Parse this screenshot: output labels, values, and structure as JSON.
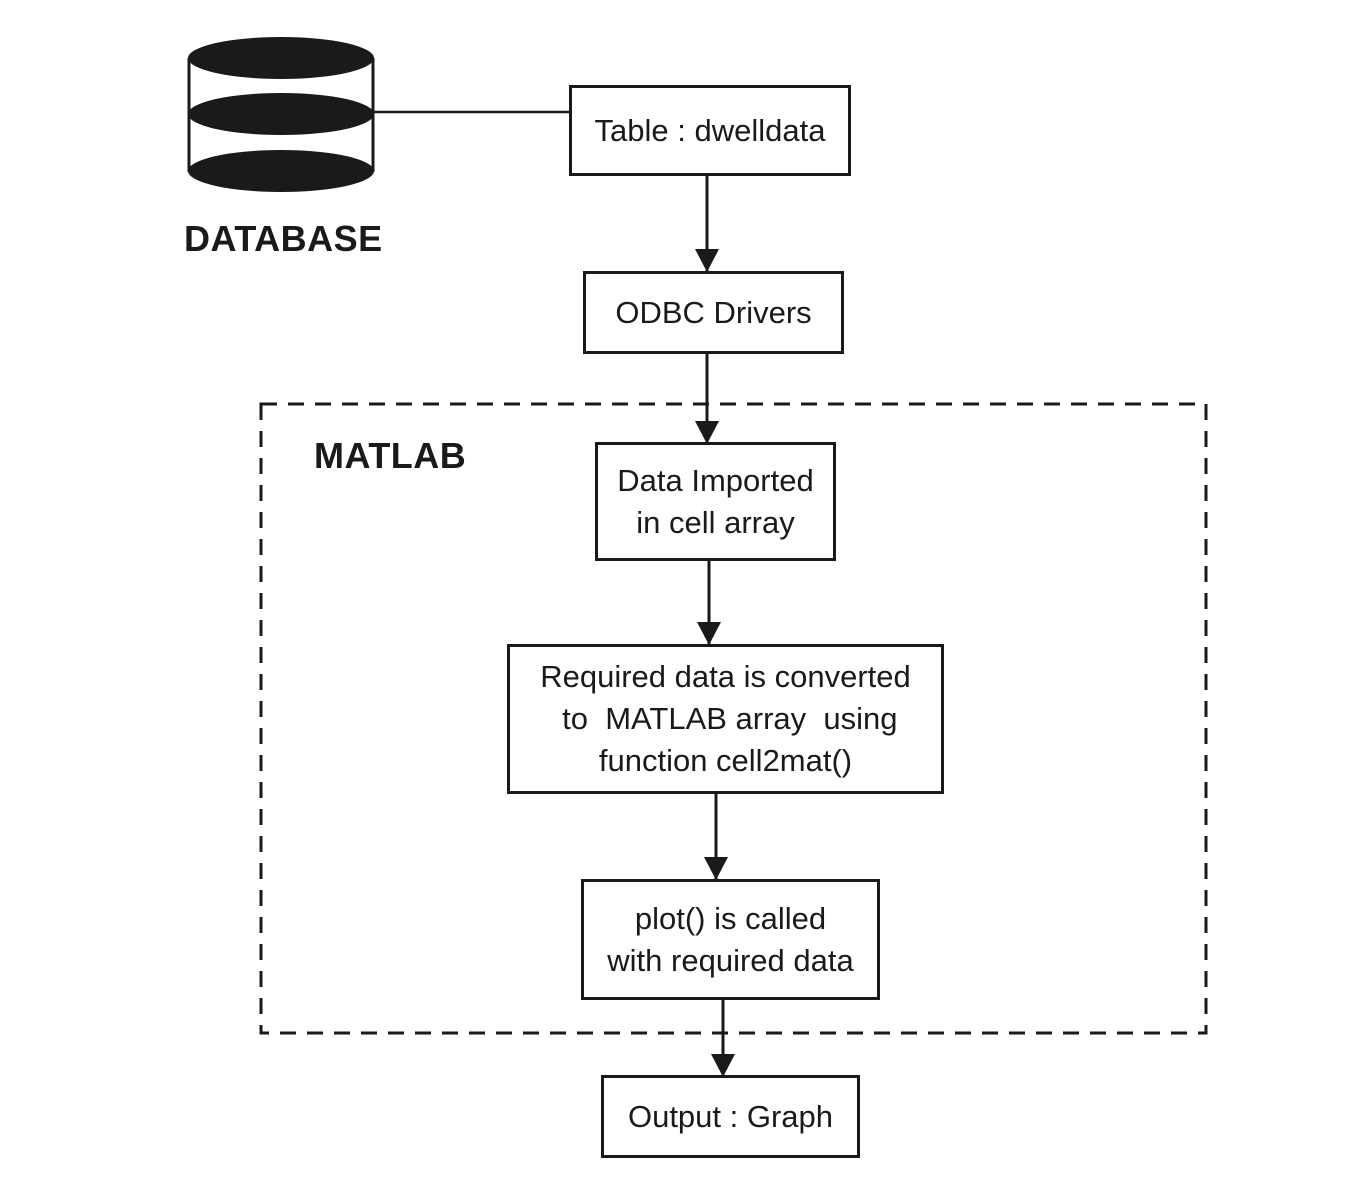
{
  "database": {
    "label": "DATABASE",
    "icon": "database-cylinder-icon"
  },
  "group": {
    "label": "MATLAB"
  },
  "nodes": {
    "table": {
      "lines": [
        "Table : dwelldata"
      ]
    },
    "odbc": {
      "lines": [
        "ODBC Drivers"
      ]
    },
    "import": {
      "lines": [
        "Data Imported",
        "in cell array"
      ]
    },
    "convert": {
      "lines": [
        "Required data is converted",
        " to  MATLAB array  using",
        "function cell2mat()"
      ]
    },
    "plot": {
      "lines": [
        "plot() is called",
        "with required data"
      ]
    },
    "output": {
      "lines": [
        "Output : Graph"
      ]
    }
  },
  "colors": {
    "stroke": "#1a1a1a",
    "background": "#ffffff"
  }
}
